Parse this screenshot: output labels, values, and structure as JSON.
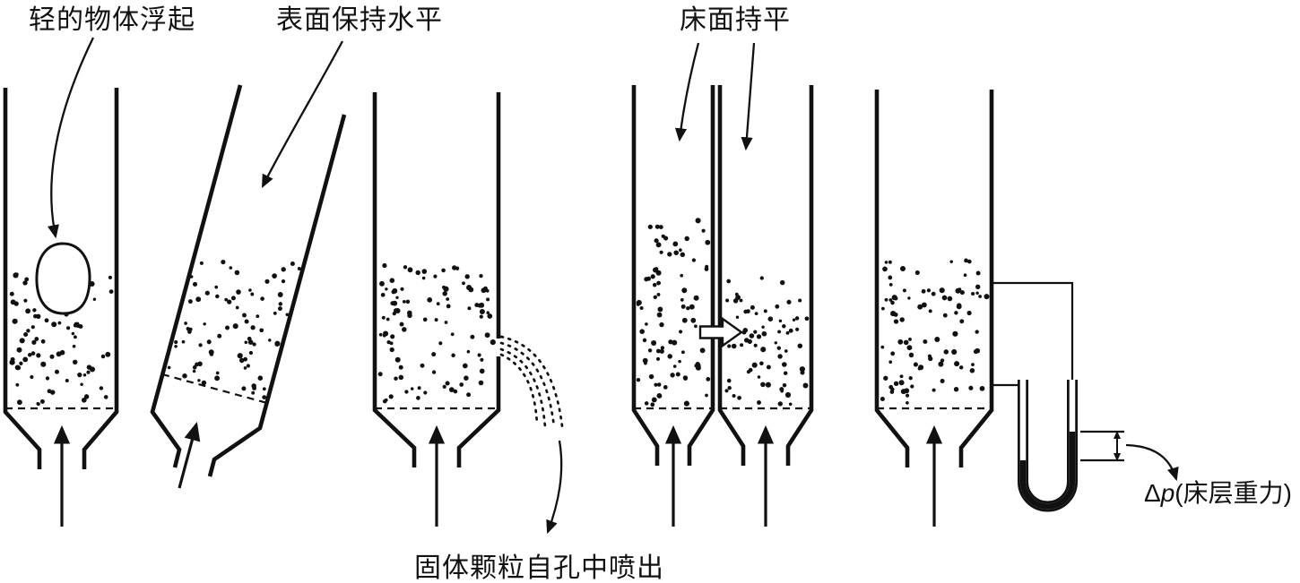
{
  "figure": {
    "labels": {
      "light_object_floats": "轻的物体浮起",
      "surface_stays_level": "表面保持水平",
      "bed_surfaces_level": "床面持平",
      "particles_eject": "固体颗粒自孔中喷出",
      "dp_delta": "Δ",
      "dp_p": "p",
      "dp_rest": "(床层重力)"
    },
    "colors": {
      "ink": "#111111",
      "background": "#ffffff"
    }
  }
}
